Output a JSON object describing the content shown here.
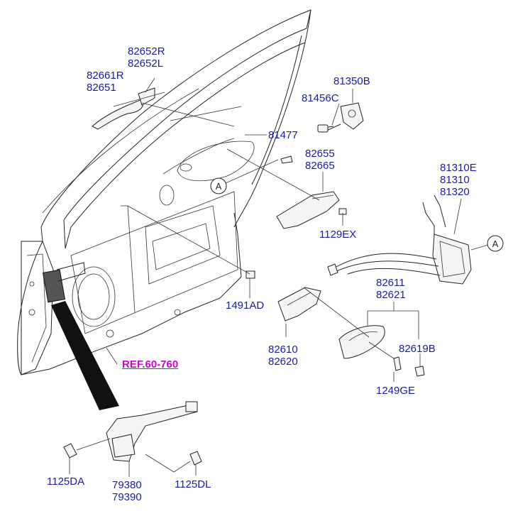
{
  "labels": {
    "p82652": [
      "82652R",
      "82652L"
    ],
    "p82661": [
      "82661R",
      "82651"
    ],
    "p81350B": "81350B",
    "p81456C": "81456C",
    "p81477": "81477",
    "p82655": [
      "82655",
      "82665"
    ],
    "p1129EX": "1129EX",
    "p81310": [
      "81310E",
      "81310",
      "81320"
    ],
    "p1491AD": "1491AD",
    "p82611": [
      "82611",
      "82621"
    ],
    "p82610": [
      "82610",
      "82620"
    ],
    "p82619B": "82619B",
    "p1249GE": "1249GE",
    "p1125DA": "1125DA",
    "p79380": [
      "79380",
      "79390"
    ],
    "p1125DL": "1125DL",
    "ref": "REF.60-760",
    "callout_a": "A"
  },
  "colors": {
    "label": "#1a1aa8",
    "ref": "#d000d0",
    "line": "#222222"
  }
}
